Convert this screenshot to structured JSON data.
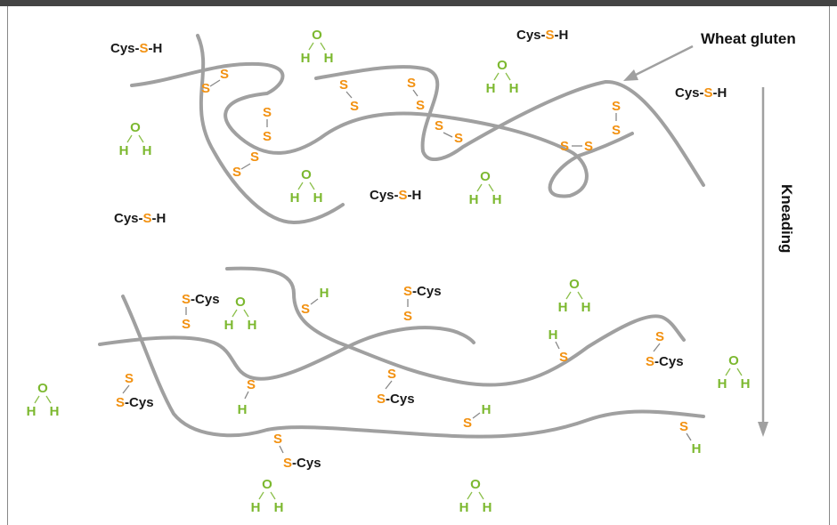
{
  "labels": {
    "wheat_gluten": "Wheat gluten",
    "kneading": "Kneading"
  },
  "chem": {
    "cys": "Cys",
    "s": "S",
    "h": "H",
    "o": "O",
    "dash": "-"
  },
  "colors": {
    "strand": "#a0a0a0",
    "sulfur": "#f29111",
    "water": "#7cb82f",
    "text": "#1a1a1a",
    "header": "#444444"
  }
}
